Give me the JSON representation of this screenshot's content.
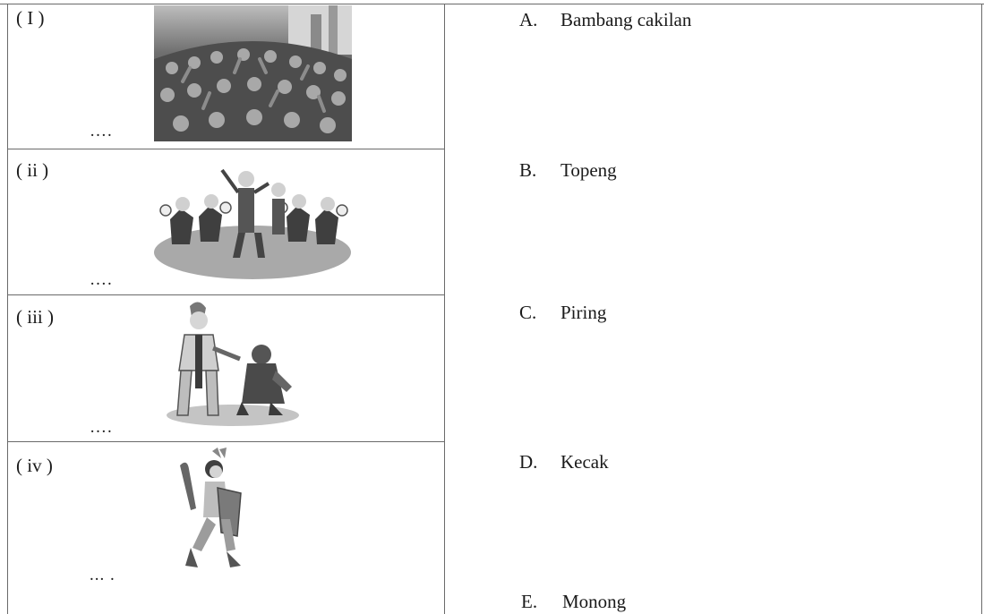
{
  "rows": [
    {
      "num": "( I )",
      "dots": "….",
      "image": "kecak-dance-photo"
    },
    {
      "num": "( ii )",
      "dots": "….",
      "image": "piring-dance-illustration"
    },
    {
      "num": "( iii )",
      "dots": "….",
      "image": "bambang-cakilan-dance-illustration"
    },
    {
      "num": "( iv )",
      "dots": "... .",
      "image": "warrior-dance-illustration"
    }
  ],
  "options": [
    {
      "letter": "A.",
      "text": "Bambang cakilan"
    },
    {
      "letter": "B.",
      "text": "Topeng"
    },
    {
      "letter": "C.",
      "text": "Piring"
    },
    {
      "letter": "D.",
      "text": "Kecak"
    },
    {
      "letter": "E.",
      "text": "Monong"
    }
  ]
}
